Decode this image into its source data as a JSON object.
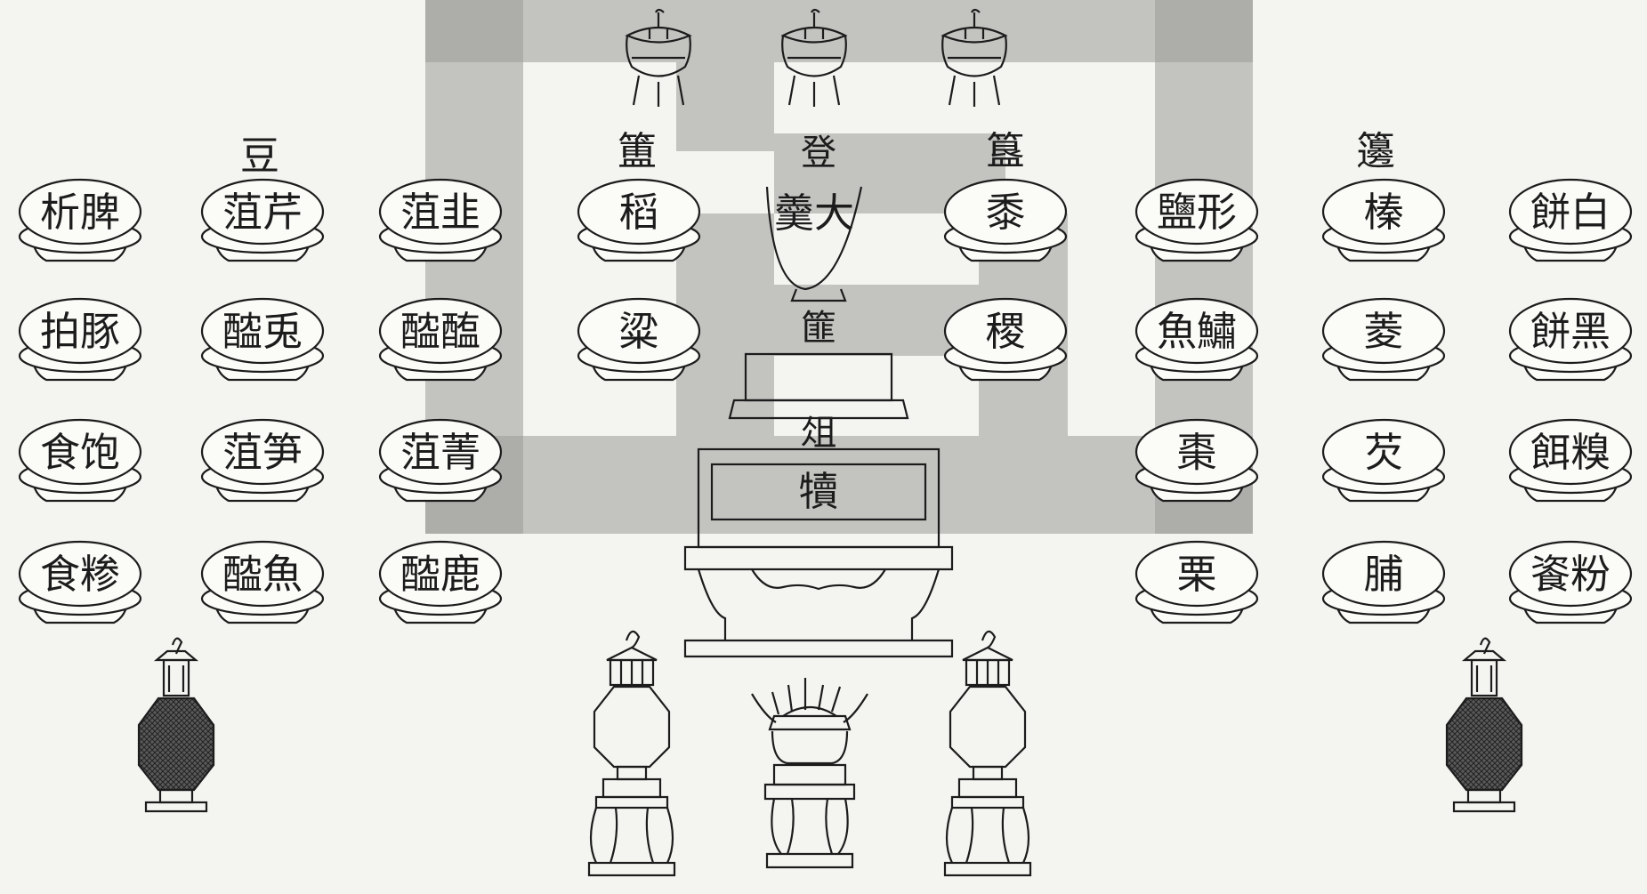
{
  "headings": {
    "dou": "豆",
    "fu": "簠",
    "deng": "登",
    "gui": "簋",
    "bian": "籩",
    "fei": "篚",
    "zu": "俎"
  },
  "left_columns": [
    [
      "析脾",
      "拍豚",
      "食饱",
      "食糁"
    ],
    [
      "菹芹",
      "醓兎",
      "菹笋",
      "醓魚"
    ],
    [
      "菹韭",
      "醓醢",
      "菹菁",
      "醓鹿"
    ]
  ],
  "center": {
    "fu_items": [
      "稻",
      "粱"
    ],
    "deng_item": "羹大",
    "gui_items": [
      "黍",
      "稷"
    ],
    "zu_item": "犢"
  },
  "right_columns": [
    [
      "鹽形",
      "魚鱐",
      "棗",
      "栗"
    ],
    [
      "榛",
      "菱",
      "芡",
      "脯"
    ],
    [
      "餅白",
      "餅黑",
      "餌糗",
      "餈粉"
    ]
  ],
  "colors": {
    "ink": "#1c1c1c",
    "paper": "#f4f4f1",
    "watermark": "#9a9a98"
  }
}
